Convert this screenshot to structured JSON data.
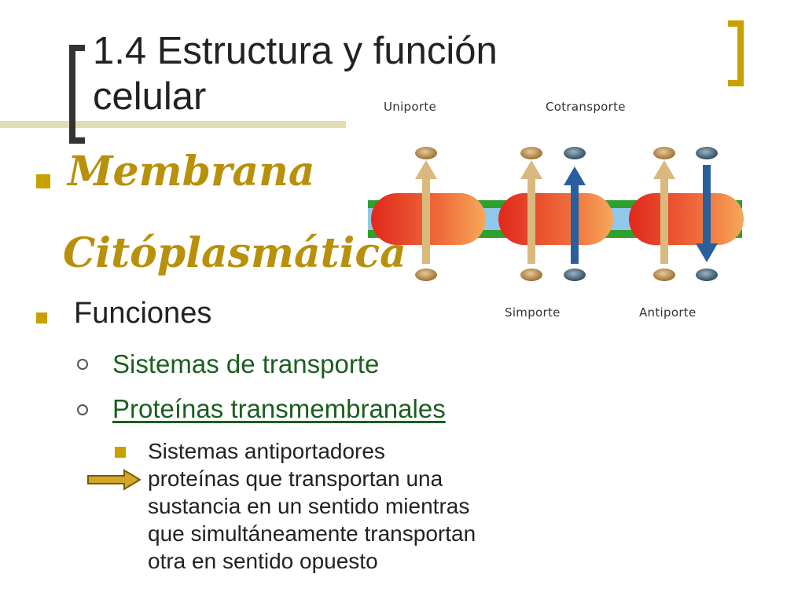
{
  "slide": {
    "title_line1": "1.4 Estructura y función",
    "title_line2": "celular",
    "heading_line1": "Membrana",
    "heading_line2": "Citóplasmática",
    "funciones": "Funciones",
    "sub1": "Sistemas de transporte",
    "sub2": "Proteínas transmembranales",
    "paragraph": [
      "Sistemas antiportadores",
      "proteínas que transportan una",
      "sustancia en un sentido mientras",
      "que simultáneamente transportan",
      "otra en sentido opuesto"
    ]
  },
  "diagram": {
    "labels": {
      "uniporte": "Uniporte",
      "cotransporte": "Cotransporte",
      "simporte": "Simporte",
      "antiporte": "Antiporte"
    }
  },
  "colors": {
    "accent": "#c8a000",
    "script_text": "#b8900a",
    "sub_text": "#1b5e20",
    "membrane_green": "#2ea02e",
    "protein_red": "#e53a2a",
    "arrow_tan": "#d9b97e",
    "arrow_blue": "#2a5f9e"
  },
  "icons": {
    "bracket_left": "bracket-left-icon",
    "bracket_right": "bracket-right-icon",
    "arrow": "right-arrow-icon"
  }
}
